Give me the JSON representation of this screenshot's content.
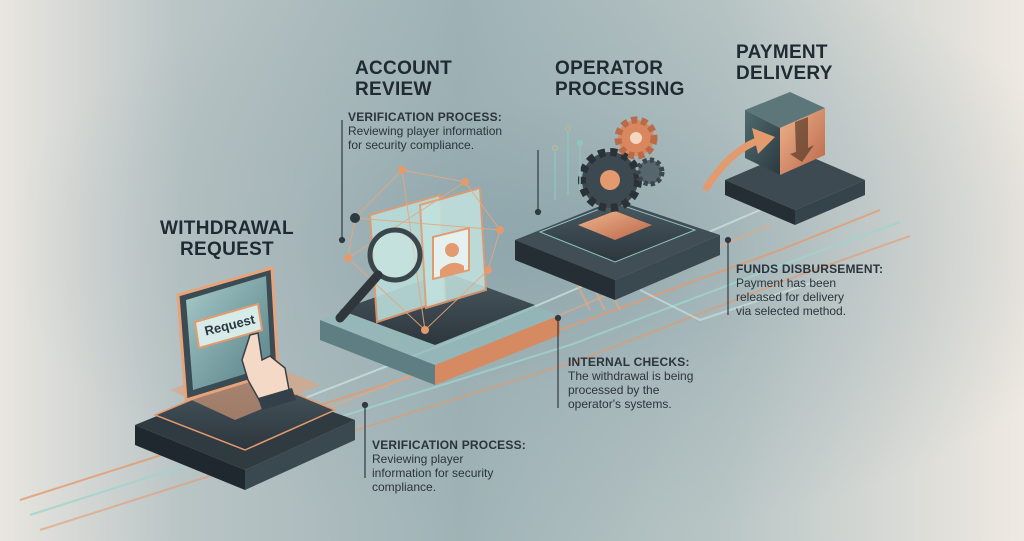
{
  "steps": [
    {
      "title_line1": "WITHDRAWAL",
      "title_line2": "REQUEST",
      "button_label": "Request"
    },
    {
      "title_line1": "ACCOUNT",
      "title_line2": "REVIEW"
    },
    {
      "title_line1": "OPERATOR",
      "title_line2": "PROCESSING"
    },
    {
      "title_line1": "PAYMENT",
      "title_line2": "DELIVERY"
    }
  ],
  "notes": {
    "review": {
      "title": "VERIFICATION PROCESS:",
      "line1": "Reviewing player information",
      "line2": "for security compliance."
    },
    "request": {
      "title": "VERIFICATION PROCESS:",
      "line1": "Reviewing player",
      "line2": "information for security",
      "line3": "compliance."
    },
    "processing": {
      "title": "INTERNAL CHECKS:",
      "line1": "The withdrawal is being",
      "line2": "processed by the",
      "line3": "operator's systems."
    },
    "delivery": {
      "title": "FUNDS DISBURSEMENT:",
      "line1": "Payment has been",
      "line2": "released for delivery",
      "line3": "via selected method."
    }
  },
  "colors": {
    "accent": "#d98a5f",
    "teal": "#7fc6c3",
    "dark": "#2e3a42",
    "text": "#1f2a33"
  },
  "icons": [
    "hand-pointer-icon",
    "magnifier-icon",
    "user-profile-icon",
    "gear-icon",
    "package-box-icon",
    "arrow-icon"
  ]
}
